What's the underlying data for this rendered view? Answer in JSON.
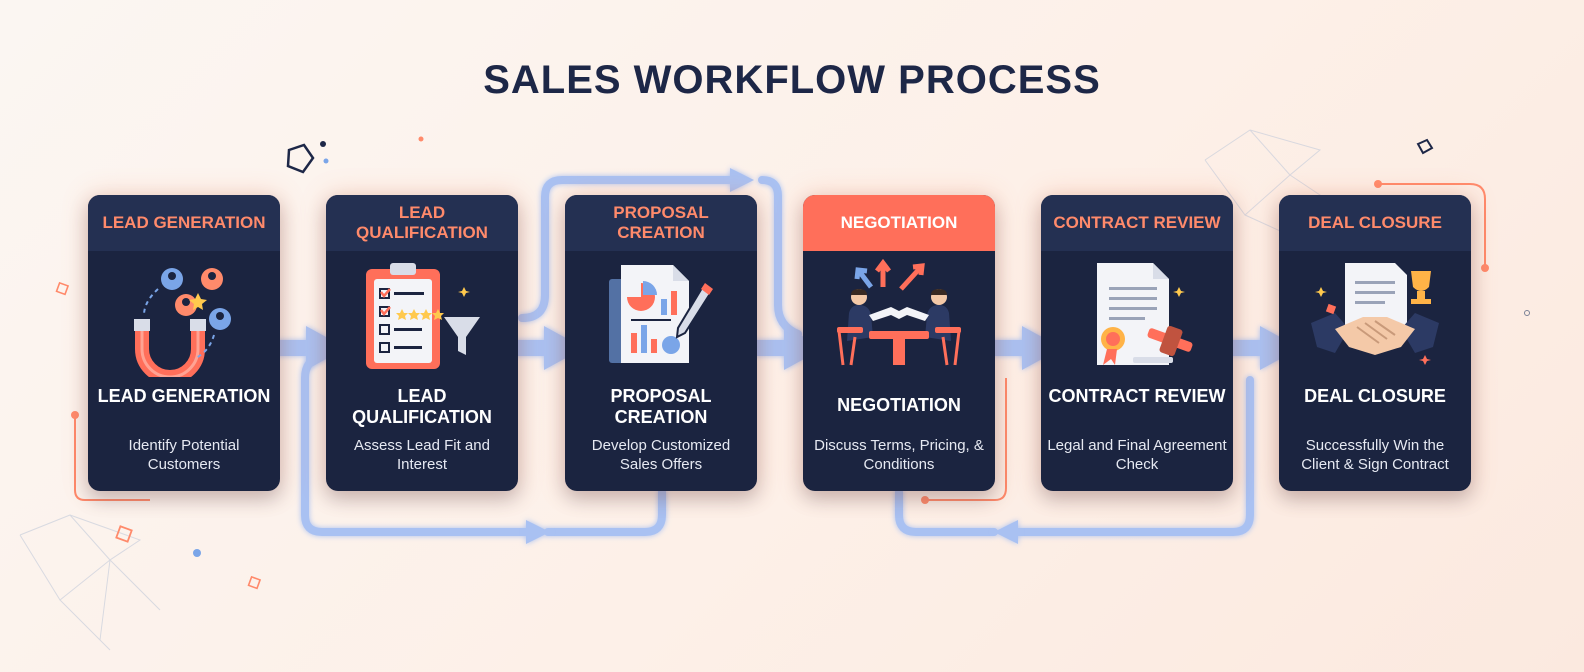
{
  "title": "SALES WORKFLOW PROCESS",
  "stages": [
    {
      "header": "LEAD GENERATION",
      "name": "LEAD GENERATION",
      "description": "Identify Potential Customers",
      "icon": "magnet-icon",
      "active": false
    },
    {
      "header": "LEAD QUALIFICATION",
      "name": "LEAD QUALIFICATION",
      "description": "Assess Lead Fit and Interest",
      "icon": "clipboard-checklist-icon",
      "active": false
    },
    {
      "header": "PROPOSAL CREATION",
      "name": "PROPOSAL CREATION",
      "description": "Develop Customized Sales Offers",
      "icon": "proposal-document-icon",
      "active": false
    },
    {
      "header": "NEGOTIATION",
      "name": "NEGOTIATION",
      "description": "Discuss Terms, Pricing, & Conditions",
      "icon": "handshake-meeting-icon",
      "active": true
    },
    {
      "header": "CONTRACT REVIEW",
      "name": "CONTRACT REVIEW",
      "description": "Legal and Final Agreement Check",
      "icon": "contract-gavel-icon",
      "active": false
    },
    {
      "header": "DEAL CLOSURE",
      "name": "DEAL CLOSURE",
      "description": "Successfully Win the Client & Sign Contract",
      "icon": "handshake-trophy-icon",
      "active": false
    }
  ],
  "colors": {
    "card_background": "#1b2440",
    "header_text": "#ff8a6b",
    "active_header": "#ff6f5a",
    "connector": "#a9c1f2",
    "accent": "#ff7a5c",
    "title": "#1d2747"
  }
}
